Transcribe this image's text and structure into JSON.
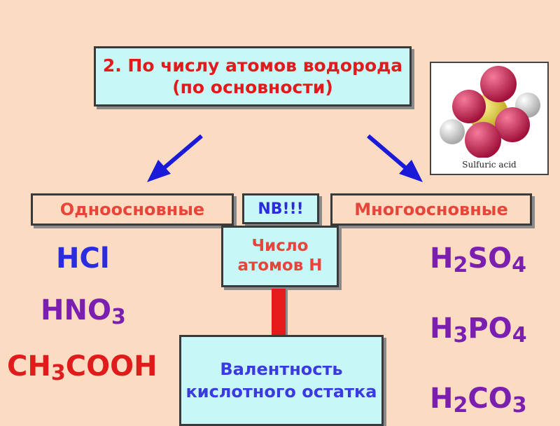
{
  "title": "2. По числу атомов водорода (по основности)",
  "left_category": "Одноосновные",
  "nb_label": "NB!!!",
  "right_category": "Многоосновные",
  "count_label": "Число атомов Н",
  "valence_label": "Валентность кислотного остатка",
  "image_caption": "Sulfuric acid",
  "monobasic_acids": [
    {
      "a": "HCl",
      "s1": "",
      "b": "",
      "s2": "",
      "c": ""
    },
    {
      "a": "HNO",
      "s1": "3",
      "b": "",
      "s2": "",
      "c": ""
    },
    {
      "a": "CH",
      "s1": "3",
      "b": "COOH",
      "s2": "",
      "c": ""
    }
  ],
  "polybasic_acids": [
    {
      "a": "H",
      "s1": "2",
      "b": "SO",
      "s2": "4",
      "c": ""
    },
    {
      "a": "H",
      "s1": "3",
      "b": "PO",
      "s2": "4",
      "c": ""
    },
    {
      "a": "H",
      "s1": "2",
      "b": "CO",
      "s2": "3",
      "c": ""
    }
  ],
  "colors": {
    "background": "#fbdcc3",
    "title_text": "#e11b1b",
    "category_text": "#e7453a",
    "blue_text": "#2b2be0",
    "purple_text": "#7b1fb0",
    "red_text": "#e01b1b",
    "cyan_box": "#c8f7f7",
    "arrow": "#1a1ad8",
    "connector": "#e51b1b"
  }
}
